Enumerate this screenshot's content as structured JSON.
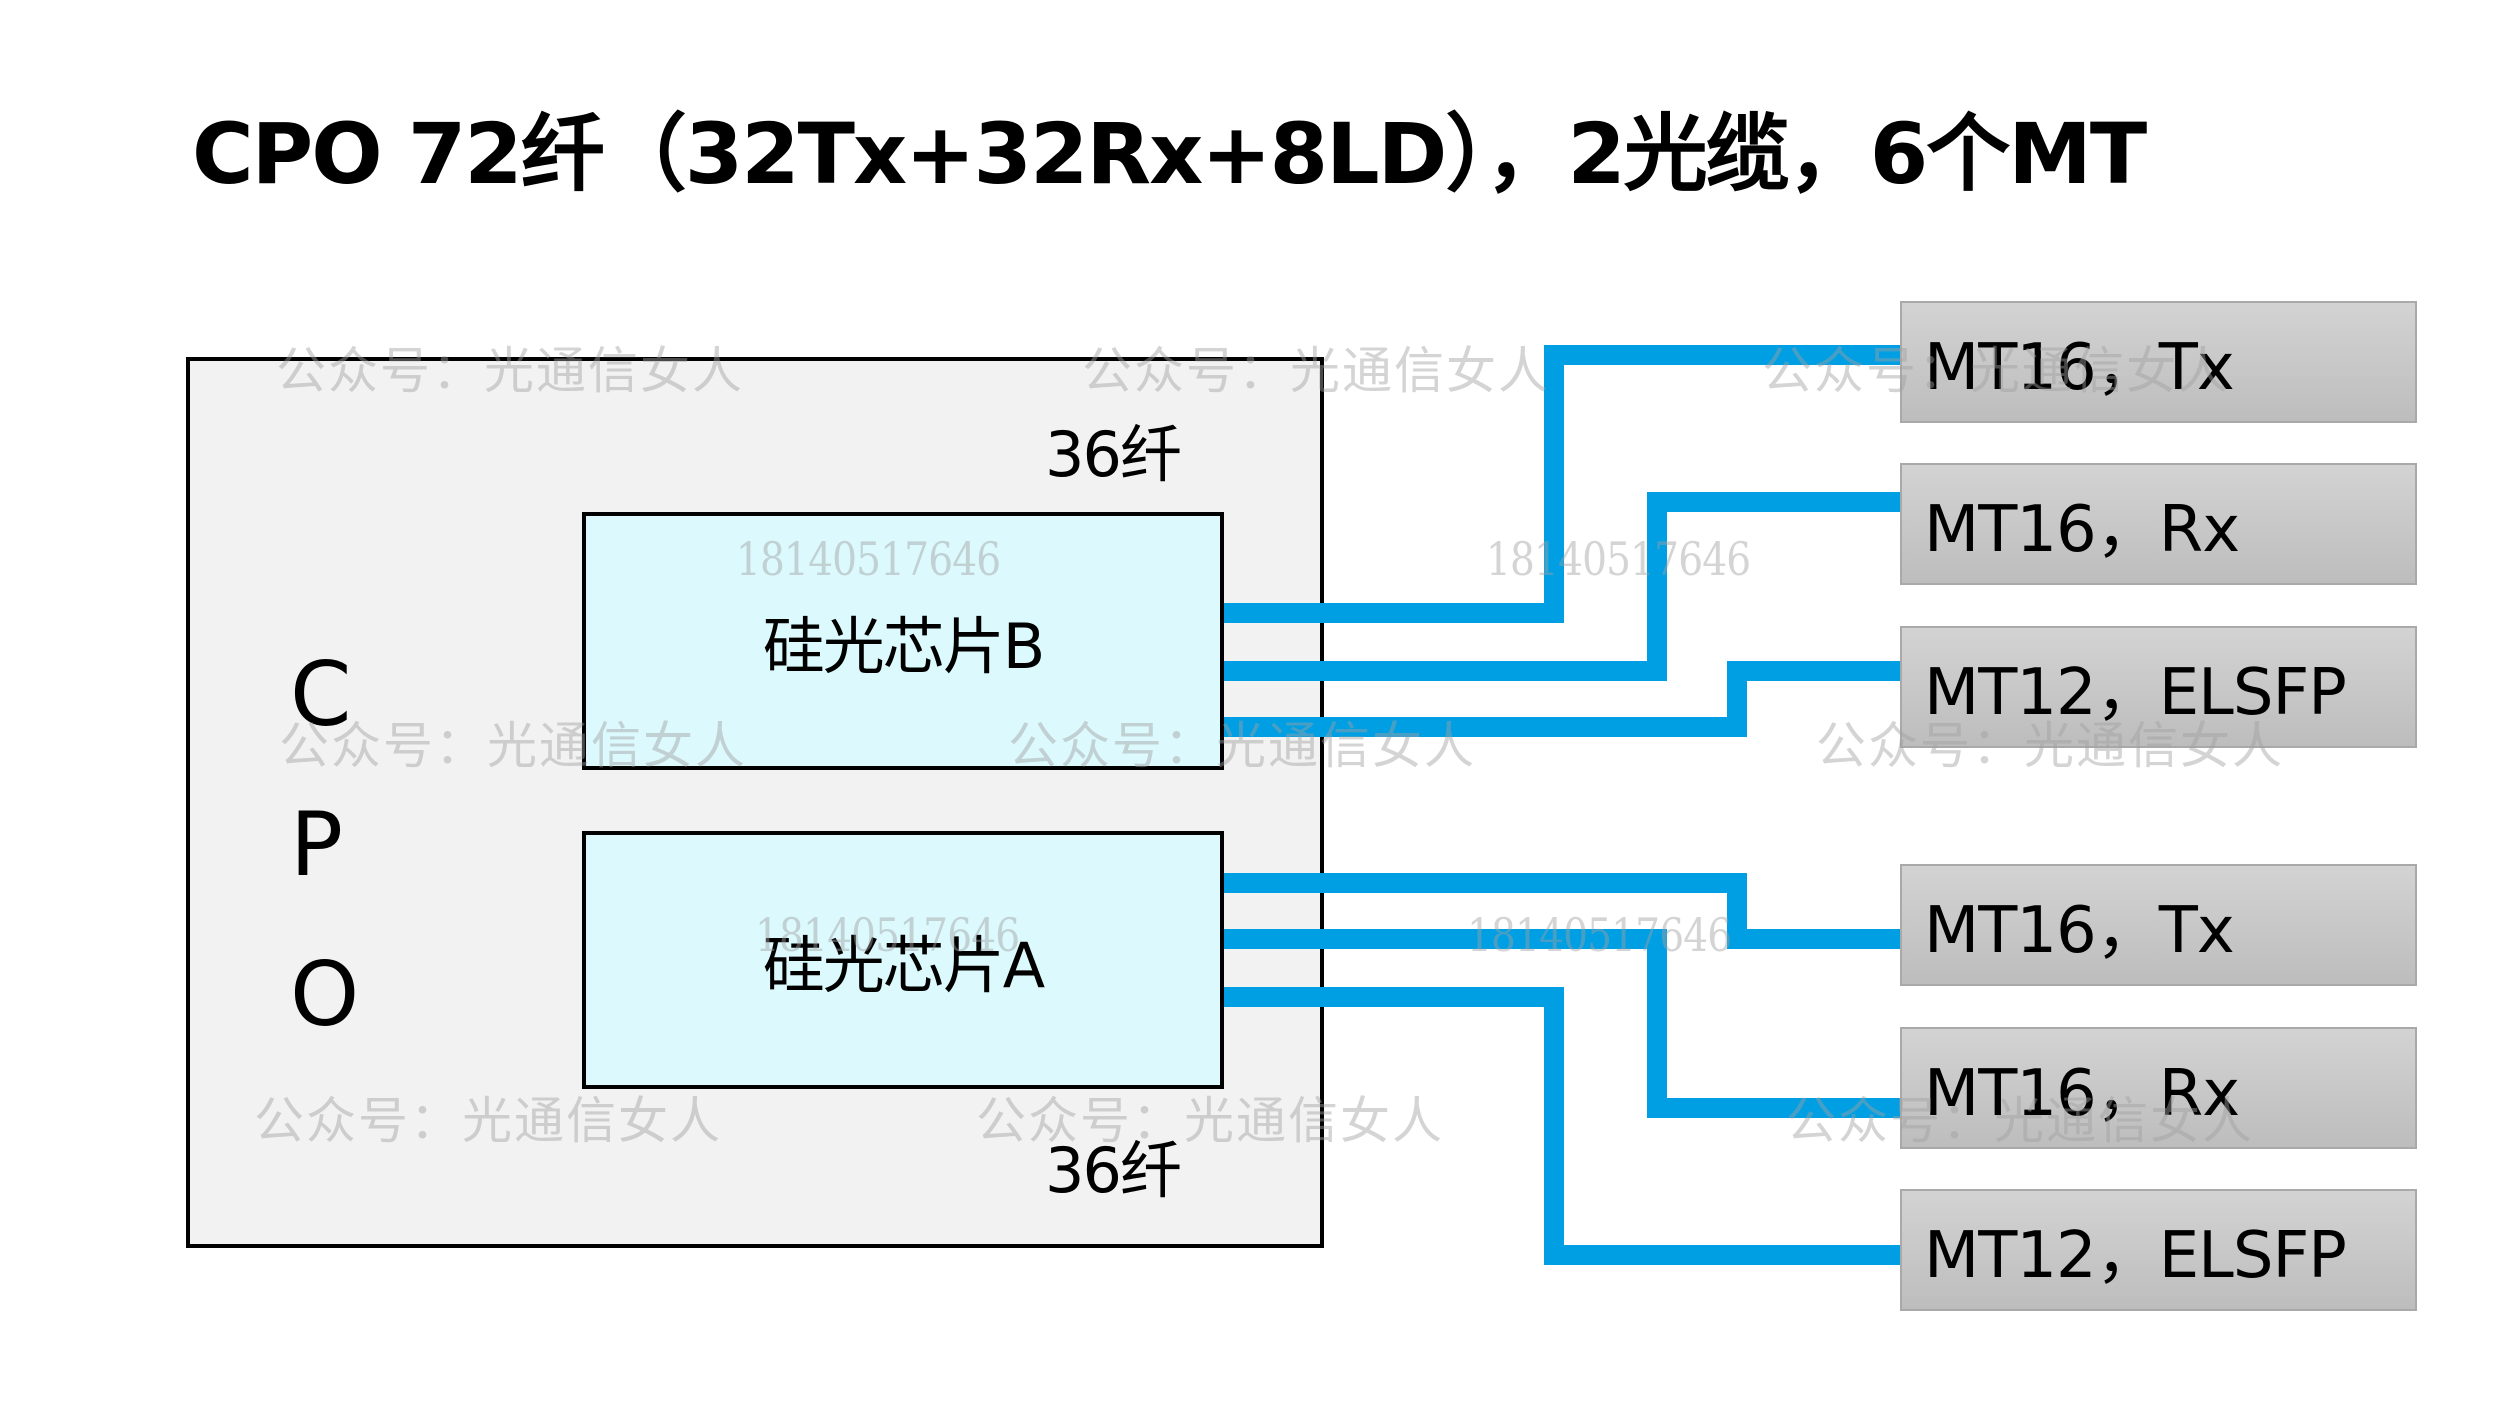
{
  "title": "CPO 72纤（32Tx+32Rx+8LD），2光缆，6个MT",
  "cpo": {
    "letters": [
      "C",
      "P",
      "O"
    ],
    "fiber_count_top": "36纤",
    "fiber_count_bottom": "36纤"
  },
  "chips": [
    {
      "id": "B",
      "label": "硅光芯片B"
    },
    {
      "id": "A",
      "label": "硅光芯片A"
    }
  ],
  "mt_connectors": [
    {
      "label": "MT16，Tx",
      "fibers": 16,
      "type": "Tx",
      "chip": "B"
    },
    {
      "label": "MT16，Rx",
      "fibers": 16,
      "type": "Rx",
      "chip": "B"
    },
    {
      "label": "MT12，ELSFP",
      "fibers": 12,
      "type": "ELSFP",
      "chip": "B"
    },
    {
      "label": "MT16，Tx",
      "fibers": 16,
      "type": "Tx",
      "chip": "A"
    },
    {
      "label": "MT16，Rx",
      "fibers": 16,
      "type": "Rx",
      "chip": "A"
    },
    {
      "label": "MT12，ELSFP",
      "fibers": 12,
      "type": "ELSFP",
      "chip": "A"
    }
  ],
  "colors": {
    "fiber_line": "#009fe3",
    "cpo_fill": "#f2f2f2",
    "chip_fill": "#dcfafd",
    "mt_fill_top": "#d3d3d3",
    "mt_fill_bottom": "#bdbdbd"
  },
  "watermarks": {
    "account": "公众号：光通信女人",
    "phone": "18140517646"
  }
}
